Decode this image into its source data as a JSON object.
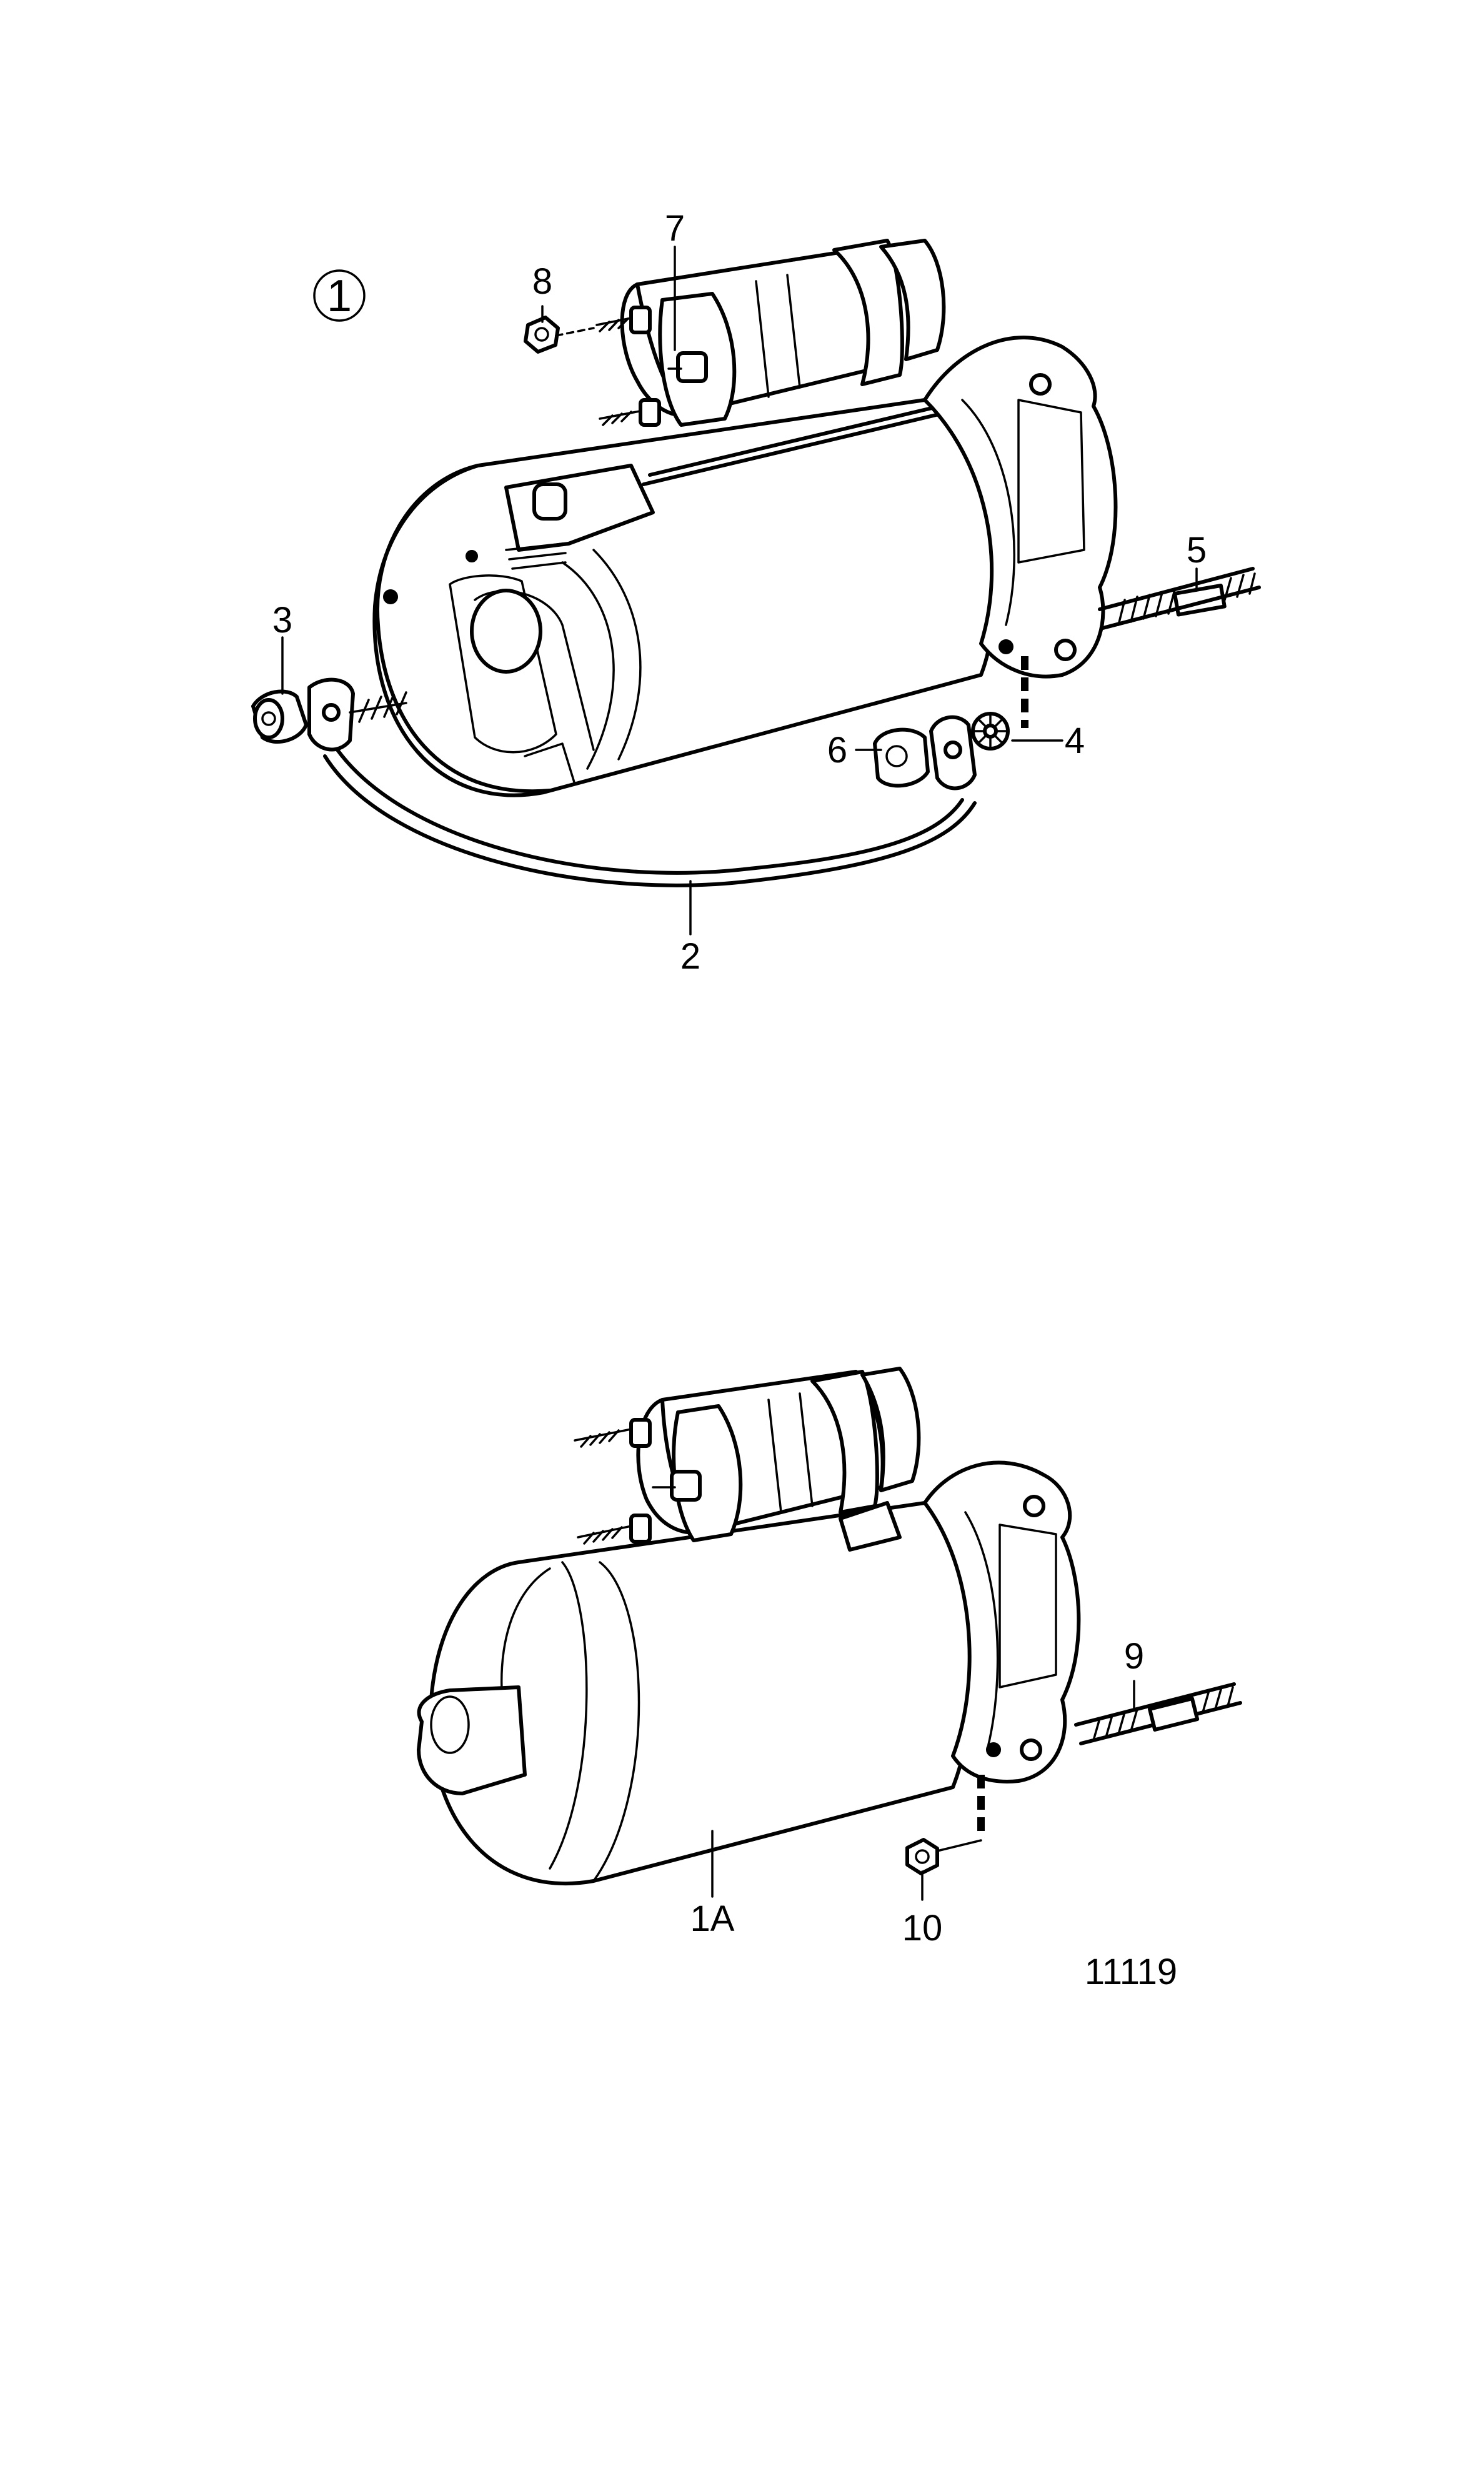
{
  "figure": {
    "group_number": "1",
    "reference_number": "11119"
  },
  "callouts": {
    "c1A": "1A",
    "c2": "2",
    "c3": "3",
    "c4": "4",
    "c5": "5",
    "c6": "6",
    "c7": "7",
    "c8": "8",
    "c9": "9",
    "c10": "10"
  }
}
